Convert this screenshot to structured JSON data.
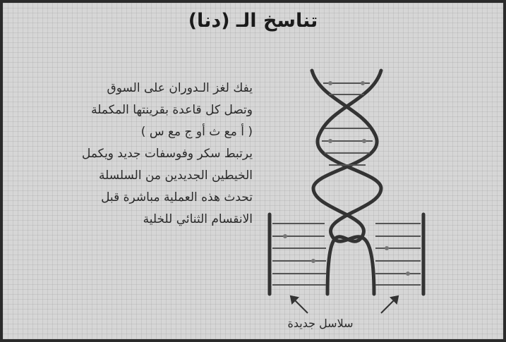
{
  "slide": {
    "title": "تناسخ الـ (دنا)",
    "lines": [
      "يفك لغز الـدوران على السوق",
      "وتصل كل قاعدة بقرينتها المكملة",
      "( أ مع ث  أو ج مع س )",
      "يرتبط سكر وفوسفات جديد ويكمل",
      "الخيطين الجديدين من السلسلة",
      "تحدث هذه العملية مباشرة قبل",
      "الانقسام الثنائي للخلية"
    ],
    "caption": "سلاسل جديدة"
  }
}
